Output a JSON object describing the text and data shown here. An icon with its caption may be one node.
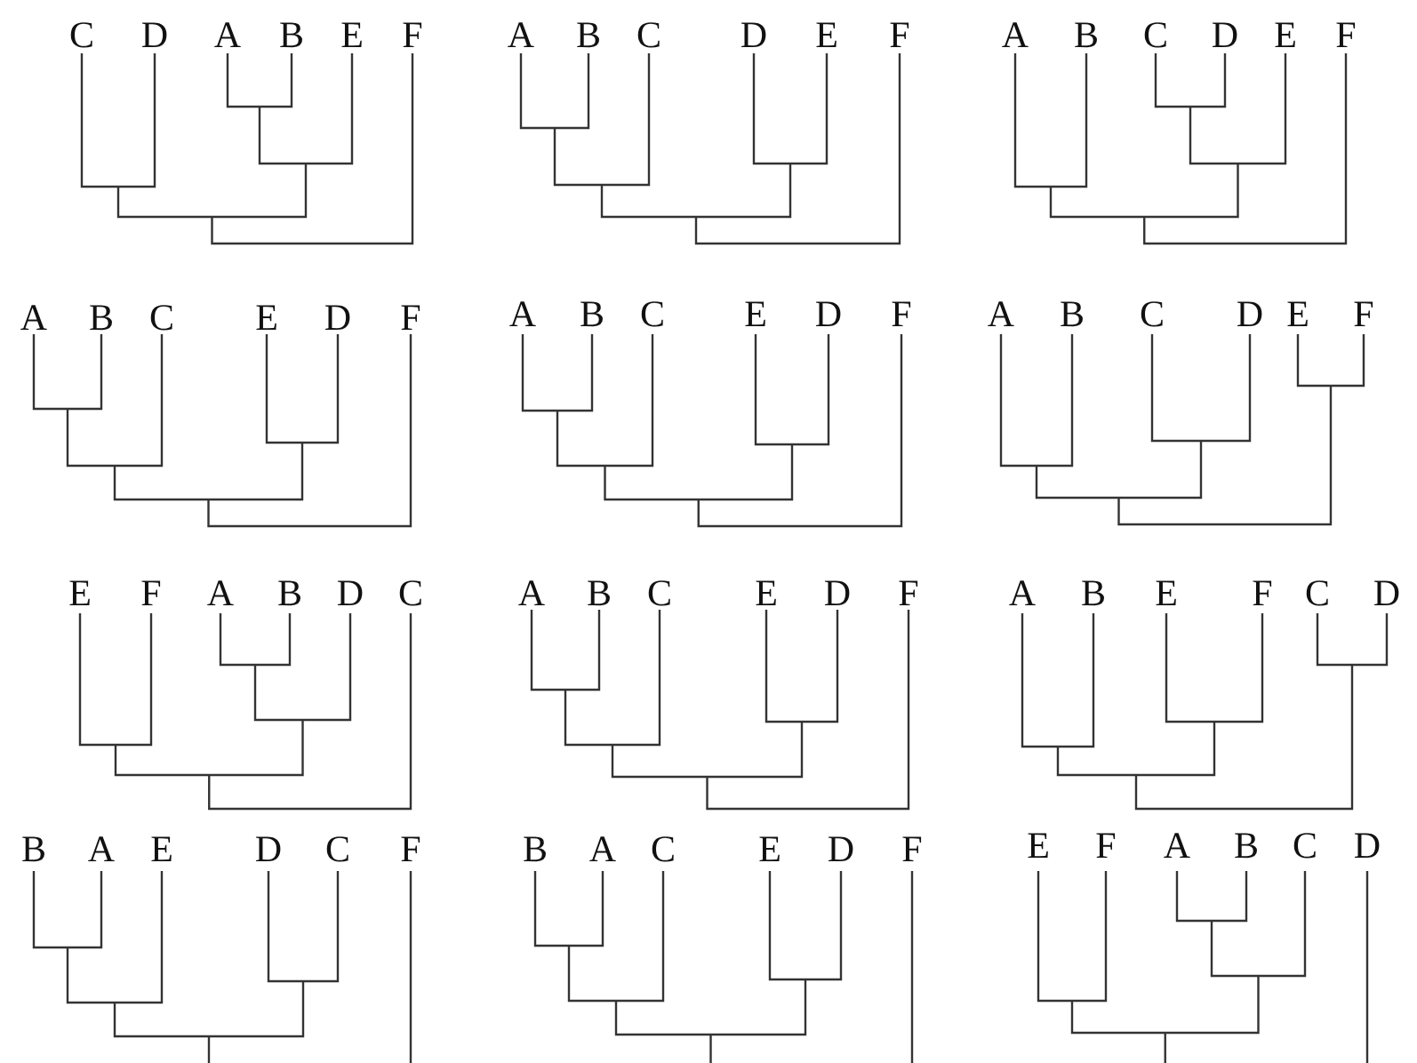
{
  "diagram": {
    "labels": [
      "C",
      "D",
      "A",
      "B",
      "E",
      "F",
      "A",
      "B",
      "C",
      "D",
      "E",
      "F",
      "A",
      "B",
      "C",
      "D",
      "E",
      "F",
      "A",
      "B",
      "C",
      "E",
      "D",
      "F",
      "A",
      "B",
      "C",
      "E",
      "D",
      "F",
      "A",
      "B",
      "C",
      "D",
      "E",
      "F",
      "E",
      "F",
      "A",
      "B",
      "D",
      "C",
      "A",
      "B",
      "C",
      "E",
      "D",
      "F",
      "A",
      "B",
      "E",
      "F",
      "C",
      "D",
      "B",
      "A",
      "E",
      "D",
      "C",
      "F",
      "B",
      "A",
      "C",
      "E",
      "D",
      "F",
      "E",
      "F",
      "A",
      "B",
      "C",
      "D"
    ]
  }
}
